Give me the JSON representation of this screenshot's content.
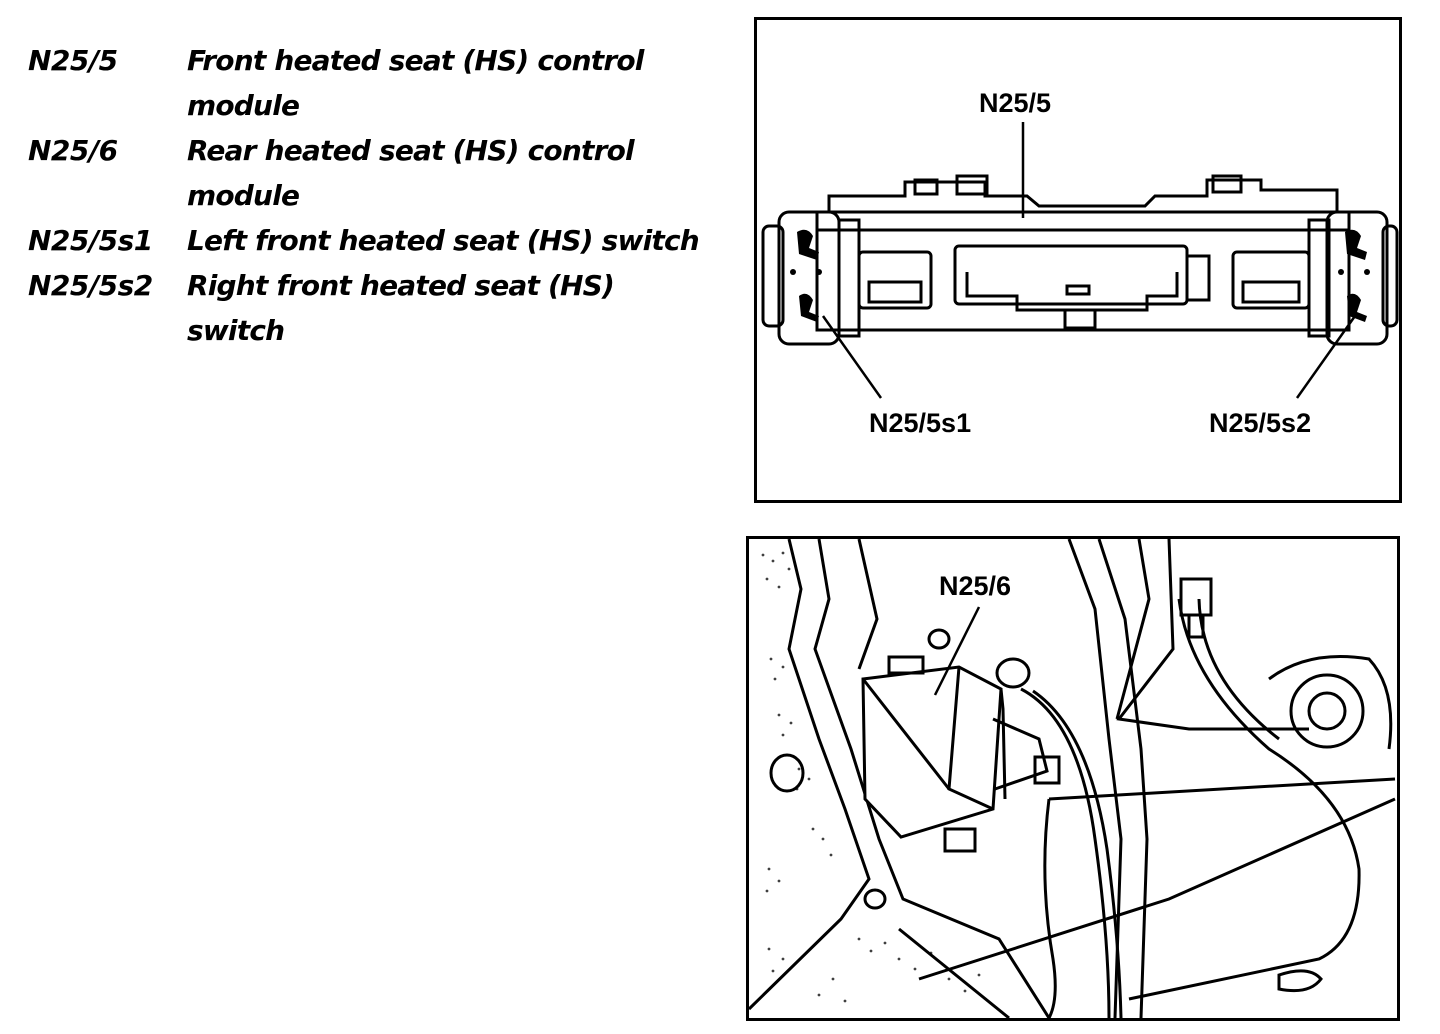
{
  "legend": [
    {
      "code": "N25/5",
      "description": "Front heated seat (HS) control\nmodule"
    },
    {
      "code": "N25/6",
      "description": "Rear heated seat (HS) control\nmodule"
    },
    {
      "code": "N25/5s1",
      "description": "Left front heated seat (HS) switch"
    },
    {
      "code": "N25/5s2",
      "description": "Right front heated seat (HS)\nswitch"
    }
  ],
  "figure_top": {
    "labels": {
      "module": "N25/5",
      "left_switch": "N25/5s1",
      "right_switch": "N25/5s2"
    }
  },
  "figure_bottom": {
    "labels": {
      "module": "N25/6"
    }
  }
}
